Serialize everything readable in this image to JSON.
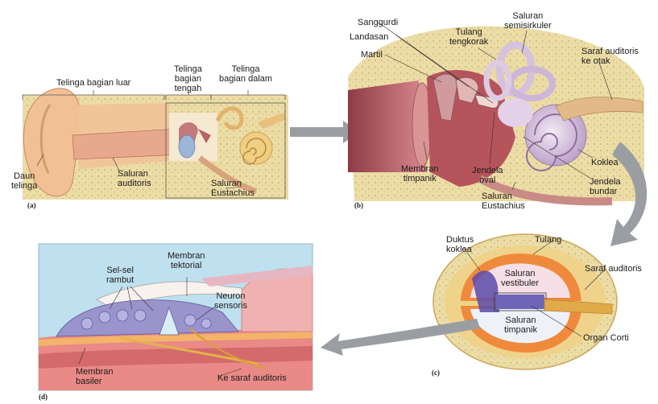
{
  "panel_a": {
    "letter": "(a)",
    "outer_ear": "Telinga bagian luar",
    "middle_ear": "Telinga\nbagian\ntengah",
    "inner_ear": "Telinga\nbagian dalam",
    "pinna": "Daun\ntelinga",
    "auditory_canal": "Saluran\nauditoris",
    "eustachian": "Saluran\nEustachius"
  },
  "panel_b": {
    "letter": "(b)",
    "stapes": "Sanggurdi",
    "incus": "Landasan",
    "malleus": "Martil",
    "skull_bone": "Tulang\ntengkorak",
    "semicircular": "Saluran\nsemisirkuler",
    "auditory_nerve": "Saraf auditoris\nke otak",
    "cochlea": "Koklea",
    "round_window": "Jendela\nbundar",
    "oval_window": "Jendela\noval",
    "tympanic_membrane": "Membran\ntimpanik",
    "eustachian": "Saluran\nEustachius"
  },
  "panel_c": {
    "letter": "(c)",
    "cochlear_duct": "Duktus\nkoklea",
    "bone": "Tulang",
    "vestibular_canal": "Saluran\nvestibuler",
    "auditory_nerve": "Saraf auditoris",
    "tympanic_canal": "Saluran\ntimpanik",
    "organ_corti": "Organ Corti"
  },
  "panel_d": {
    "letter": "(d)",
    "tectorial_membrane": "Membran\ntektorial",
    "hair_cells": "Sel-sel\nrambut",
    "sensory_neuron": "Neuron\nsensoris",
    "basilar_membrane": "Membran\nbasiler",
    "to_auditory_nerve": "Ke saraf auditoris"
  },
  "colors": {
    "arrow": "#9a9ea3",
    "bone": "#e8d89a",
    "skin": "#f3c99a",
    "canal": "#c4717a",
    "cochlea": "#d7c2de",
    "panel_d_bg": "#bfe0ee",
    "hair_cell": "#8c86c4"
  }
}
